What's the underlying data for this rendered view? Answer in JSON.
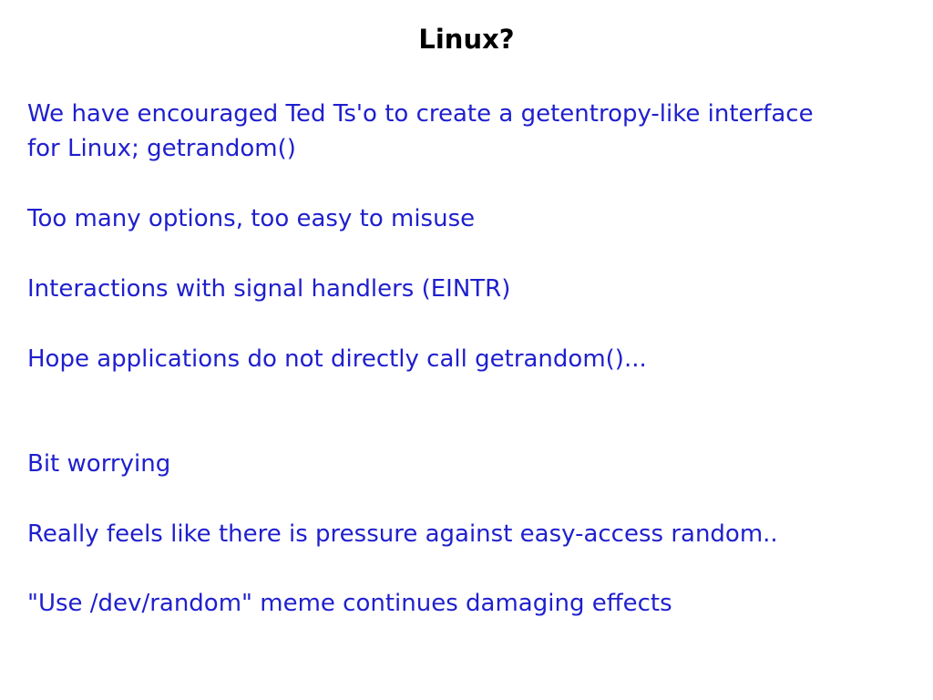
{
  "slide": {
    "title": "Linux?",
    "title_color": "#000000",
    "body_text_color": "#1f1fce",
    "background_color": "#ffffff",
    "lines": [
      "We have encouraged Ted Ts'o to create a getentropy-like interface",
      "for Linux; getrandom()",
      "",
      "Too many options, too easy to misuse",
      "",
      "Interactions with signal handlers (EINTR)",
      "",
      "Hope applications do not directly call getrandom()...",
      "",
      "",
      "Bit worrying",
      "",
      "Really feels like there is pressure against easy-access random..",
      "",
      "\"Use /dev/random\" meme continues damaging effects"
    ]
  }
}
